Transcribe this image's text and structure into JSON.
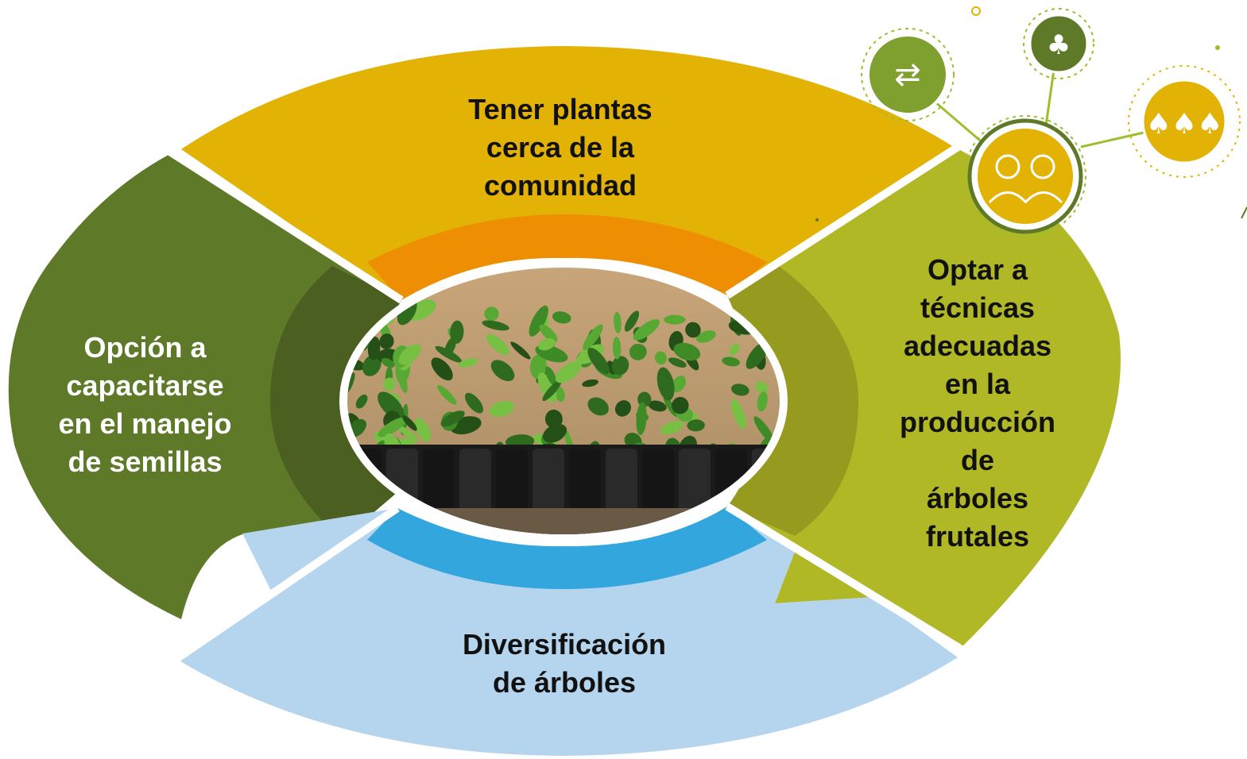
{
  "diagram": {
    "segments": [
      {
        "id": "top",
        "text": "Tener plantas\ncerca de la\ncomunidad",
        "color": "#E2B204",
        "inner_color": "#EE8E02"
      },
      {
        "id": "right",
        "text": "Optar a\ntécnicas\nadecuadas\nen la\nproducción\nde\nárboles\nfrutales",
        "color": "#B1B826",
        "inner_color": "#969A1E"
      },
      {
        "id": "bottom",
        "text": "Diversificación\nde árboles",
        "color": "#B5D5EE",
        "inner_color": "#33A6DD"
      },
      {
        "id": "left",
        "text": "Opción a\ncapacitarse\nen el manejo\nde semillas",
        "color": "#5E7A28",
        "inner_color": "#4B5F21"
      }
    ],
    "center_image": "photo-of-tree-seedlings-in-nursery-bags",
    "icons": [
      {
        "name": "exchange-ideas-icon",
        "color": "#7F9F2F"
      },
      {
        "name": "farmer-plants-icon",
        "color": "#5E7A28"
      },
      {
        "name": "farmers-couple-icon",
        "color": "#E2B204"
      },
      {
        "name": "trees-field-icon",
        "color": "#E2B204"
      }
    ]
  }
}
